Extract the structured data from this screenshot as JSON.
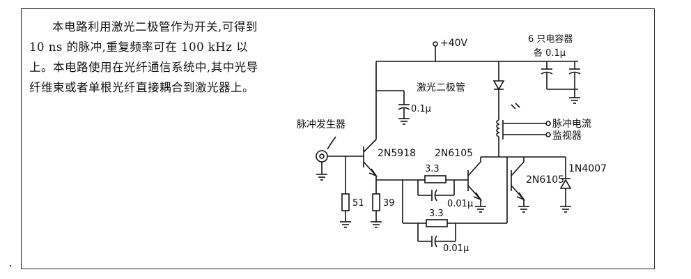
{
  "description": {
    "text": "本电路利用激光二极管作为开关,可得到 10 ns 的脉冲,重复频率可在 100 kHz 以上。本电路使用在光纤通信系统中,其中光导纤维束或者单根光纤直接耦合到激光器上。"
  },
  "labels": {
    "supply": "+40V",
    "cap_group_1": "6 只电容器",
    "cap_group_2": "各 0.1μ",
    "laser_diode": "激光二极管",
    "cap_bypass": "0.1μ",
    "pulse_gen": "脉冲发生器",
    "q1": "2N5918",
    "q2": "2N6105",
    "q3": "2N6105",
    "diode": "1N4007",
    "current_1": "脉冲电流",
    "current_2": "监视器",
    "r_base_1": "3.3",
    "c_base_1": "0.01μ",
    "r_base_2": "3.3",
    "c_base_2": "0.01μ",
    "r51": "51",
    "r39": "39"
  }
}
